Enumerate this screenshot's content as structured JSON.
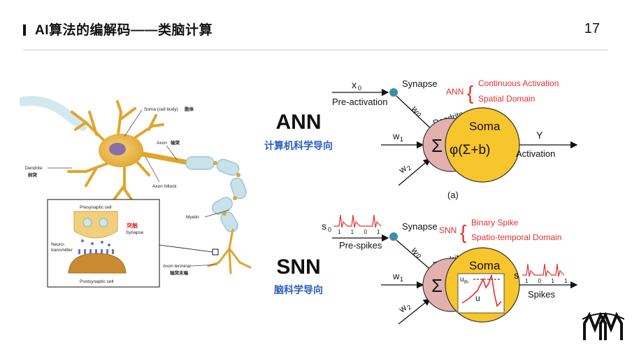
{
  "header": {
    "title": "AI算法的编解码——类脑计算",
    "page_number": "17"
  },
  "neuron": {
    "soma_label": "Soma (cell body)",
    "soma_label_cn": "胞体",
    "axon_label": "Axon",
    "axon_label_cn": "轴突",
    "dendrite_label": "Dendrite",
    "dendrite_label_cn": "树突",
    "hillock_label": "Axon hillock",
    "myelin_label": "Myelin",
    "terminal_label": "Axon terminal",
    "terminal_label_cn": "轴突末端",
    "inset": {
      "presynaptic": "Presynaptic cell",
      "synapse_cn": "突触",
      "synapse": "Synapse",
      "neuro_1": "Neuro-",
      "neuro_2": "transmitter",
      "postsynaptic": "Postsynaptic cell"
    }
  },
  "ann_block": {
    "title": "ANN",
    "subtitle": "计算机科学导向"
  },
  "snn_block": {
    "title": "SNN",
    "subtitle": "脑科学导向"
  },
  "ann_diagram": {
    "x0": "x",
    "x0_sub": "0",
    "pre_activation": "Pre-activation",
    "synapse": "Synapse",
    "w0": "w",
    "w0_sub": "0",
    "w1": "w",
    "w1_sub": "1",
    "w2": "w",
    "w2_sub": "2",
    "dendrite": "Dendrite",
    "soma": "Soma",
    "sum_symbol": "Σ",
    "formula": "φ(Σ+b)",
    "y": "Y",
    "activation": "Activation",
    "tag": "ANN",
    "tag_line1": "Continuous Activation",
    "tag_line2": "Spatial Domain",
    "caption": "(a)"
  },
  "snn_diagram": {
    "s0": "s",
    "s0_sub": "0",
    "spike_bits": "1 1 0 1",
    "pre_spikes": "Pre-spikes",
    "synapse": "Synapse",
    "w0": "w",
    "w0_sub": "0",
    "w1": "w",
    "w1_sub": "1",
    "w2": "w",
    "w2_sub": "2",
    "dendrite": "Dendrite",
    "soma": "Soma",
    "sum_symbol": "Σ",
    "uth": "u",
    "uth_sub": "th",
    "u": "u",
    "s": "s",
    "out_bits": "1 0 1 1",
    "spikes": "Spikes",
    "tag": "SNN",
    "tag_line1": "Binary Spike",
    "tag_line2": "Spatio-temporal Domain"
  },
  "colors": {
    "accent_red": "#e0312f",
    "soma_yellow": "#f7c52c",
    "dendrite_pink": "#e0b1ad",
    "neuron_gold": "#e8b23c",
    "synapse_teal": "#3d8fa3",
    "subtitle_blue": "#2a5fbf"
  }
}
